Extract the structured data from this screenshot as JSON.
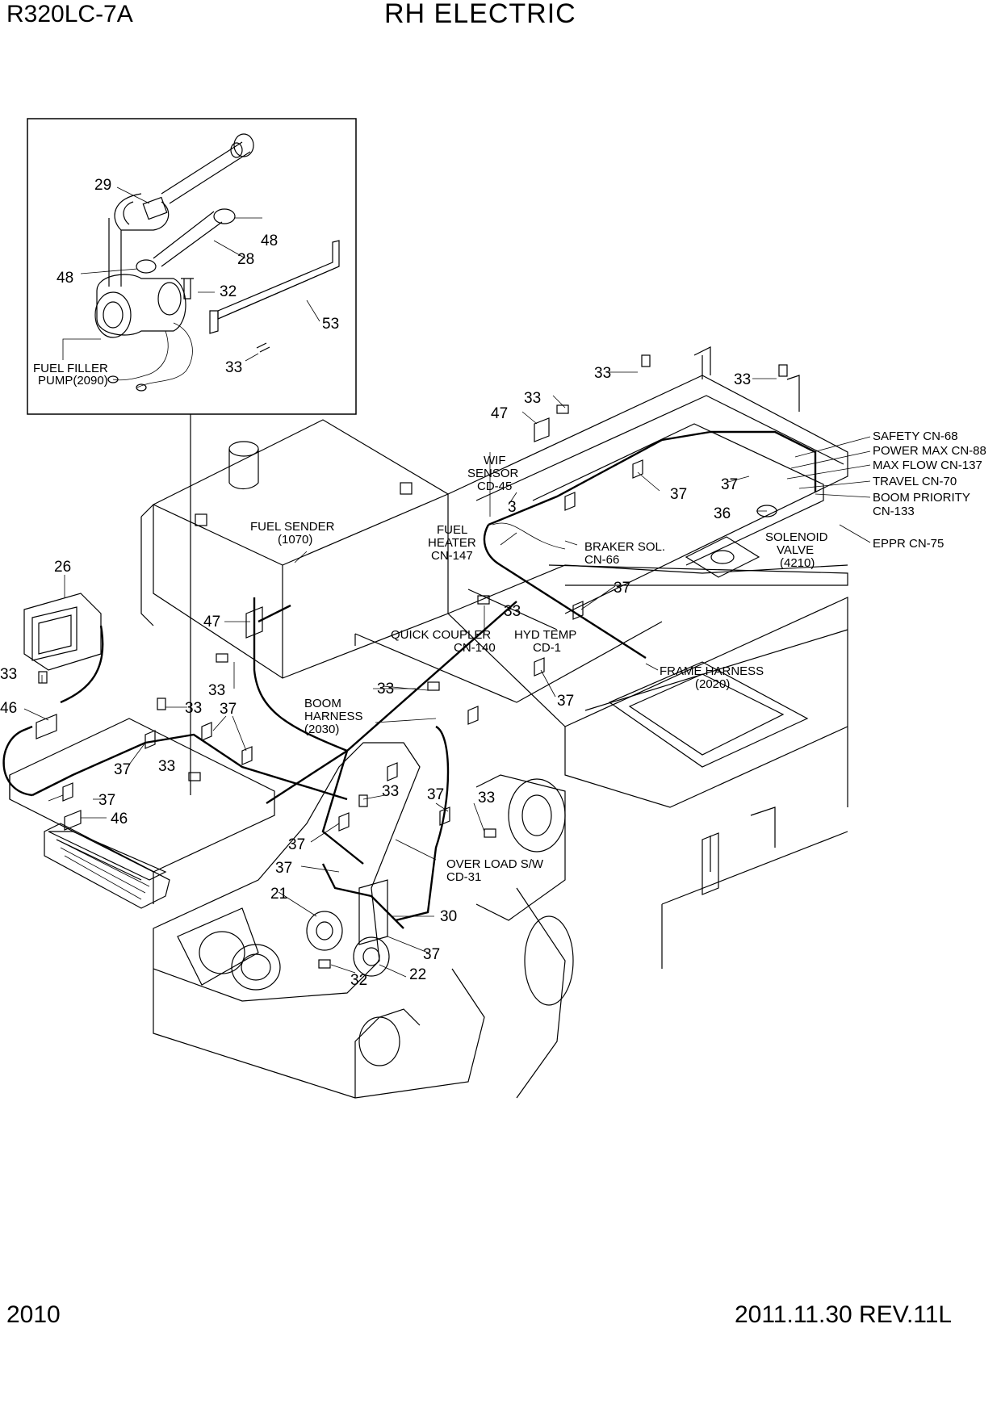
{
  "header": {
    "model": "R320LC-7A",
    "title": "RH ELECTRIC"
  },
  "footer": {
    "page": "2010",
    "revision": "2011.11.30  REV.11L"
  },
  "inset": {
    "labels": [
      {
        "id": "p29",
        "text": "29"
      },
      {
        "id": "p48a",
        "text": "48"
      },
      {
        "id": "p28",
        "text": "28"
      },
      {
        "id": "p48b",
        "text": "48"
      },
      {
        "id": "p32",
        "text": "32"
      },
      {
        "id": "p53",
        "text": "53"
      },
      {
        "id": "p33",
        "text": "33"
      }
    ],
    "fuel_filler_pump": [
      "FUEL FILLER",
      "PUMP(2090)"
    ]
  },
  "callouts": {
    "n33a": "33",
    "n47a": "47",
    "n33b": "33",
    "n33c": "33",
    "n37a": "37",
    "n37b": "37",
    "n36": "36",
    "n3": "3",
    "n37c": "37",
    "n33d": "33",
    "n26": "26",
    "n47b": "47",
    "n33e": "33",
    "n33f": "33",
    "n46a": "46",
    "n33g": "33",
    "n37d": "37",
    "n37e": "37",
    "n33h": "33",
    "n37f": "37",
    "n46b": "46",
    "n33i": "33",
    "n37g": "37",
    "n33j": "33",
    "n33k": "33",
    "n37h": "37",
    "n37i": "37",
    "n37j": "37",
    "n21": "21",
    "n30": "30",
    "n37k": "37",
    "n22": "22",
    "n32": "32"
  },
  "connectors": {
    "safety": "SAFETY CN-68",
    "power_max": "POWER MAX CN-88",
    "max_flow": "MAX FLOW CN-137",
    "travel": "TRAVEL CN-70",
    "boom_priority_1": "BOOM PRIORITY",
    "boom_priority_2": "CN-133",
    "eppr": "EPPR CN-75",
    "solenoid_1": "SOLENOID",
    "solenoid_2": "VALVE",
    "solenoid_3": "(4210)",
    "braker_1": "BRAKER SOL.",
    "braker_2": "CN-66",
    "wif_1": "WIF",
    "wif_2": "SENSOR",
    "wif_3": "CD-45",
    "fuel_heater_1": "FUEL",
    "fuel_heater_2": "HEATER",
    "fuel_heater_3": "CN-147",
    "fuel_sender_1": "FUEL SENDER",
    "fuel_sender_2": "(1070)",
    "quick_coupler_1": "QUICK COUPLER",
    "quick_coupler_2": "CN-140",
    "hyd_temp_1": "HYD TEMP",
    "hyd_temp_2": "CD-1",
    "frame_harness_1": "FRAME HARNESS",
    "frame_harness_2": "(2020)",
    "boom_harness_1": "BOOM",
    "boom_harness_2": "HARNESS",
    "boom_harness_3": "(2030)",
    "over_load_1": "OVER LOAD S/W",
    "over_load_2": "CD-31"
  }
}
